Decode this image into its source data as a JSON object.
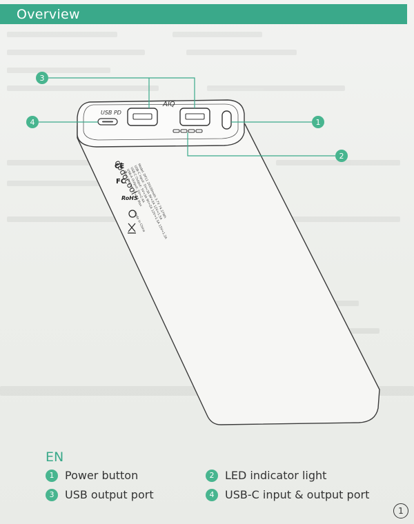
{
  "header": {
    "title": "Overview"
  },
  "device": {
    "usb_pd_label": "USB PD",
    "logo_text": "AIQ",
    "brand_text": "dodocool",
    "cert_marks": [
      "CE",
      "FC",
      "RoHS"
    ],
    "spec_lines": [
      "Model: DP11 20100mAh 3.7V 74.37Wh",
      "USB-C Input: 5V=3A 9V=2A 12V=1.5A",
      "USB-C Output: 5V=3A 9V=2A 12V=1.5A 15V=1.2A",
      "USB-A Output: 5V=2.4A",
      "Total Output: 5V=3A Max",
      "Made in China"
    ]
  },
  "callouts": [
    {
      "number": "1"
    },
    {
      "number": "2"
    },
    {
      "number": "3"
    },
    {
      "number": "4"
    }
  ],
  "legend": {
    "language": "EN",
    "items": [
      {
        "number": "1",
        "label": "Power button"
      },
      {
        "number": "2",
        "label": "LED indicator light"
      },
      {
        "number": "3",
        "label": "USB output port"
      },
      {
        "number": "4",
        "label": "USB-C input & output port"
      }
    ]
  },
  "page_number": "1",
  "colors": {
    "accent": "#3aa98a",
    "bullet": "#48b58f",
    "text": "#333333"
  }
}
